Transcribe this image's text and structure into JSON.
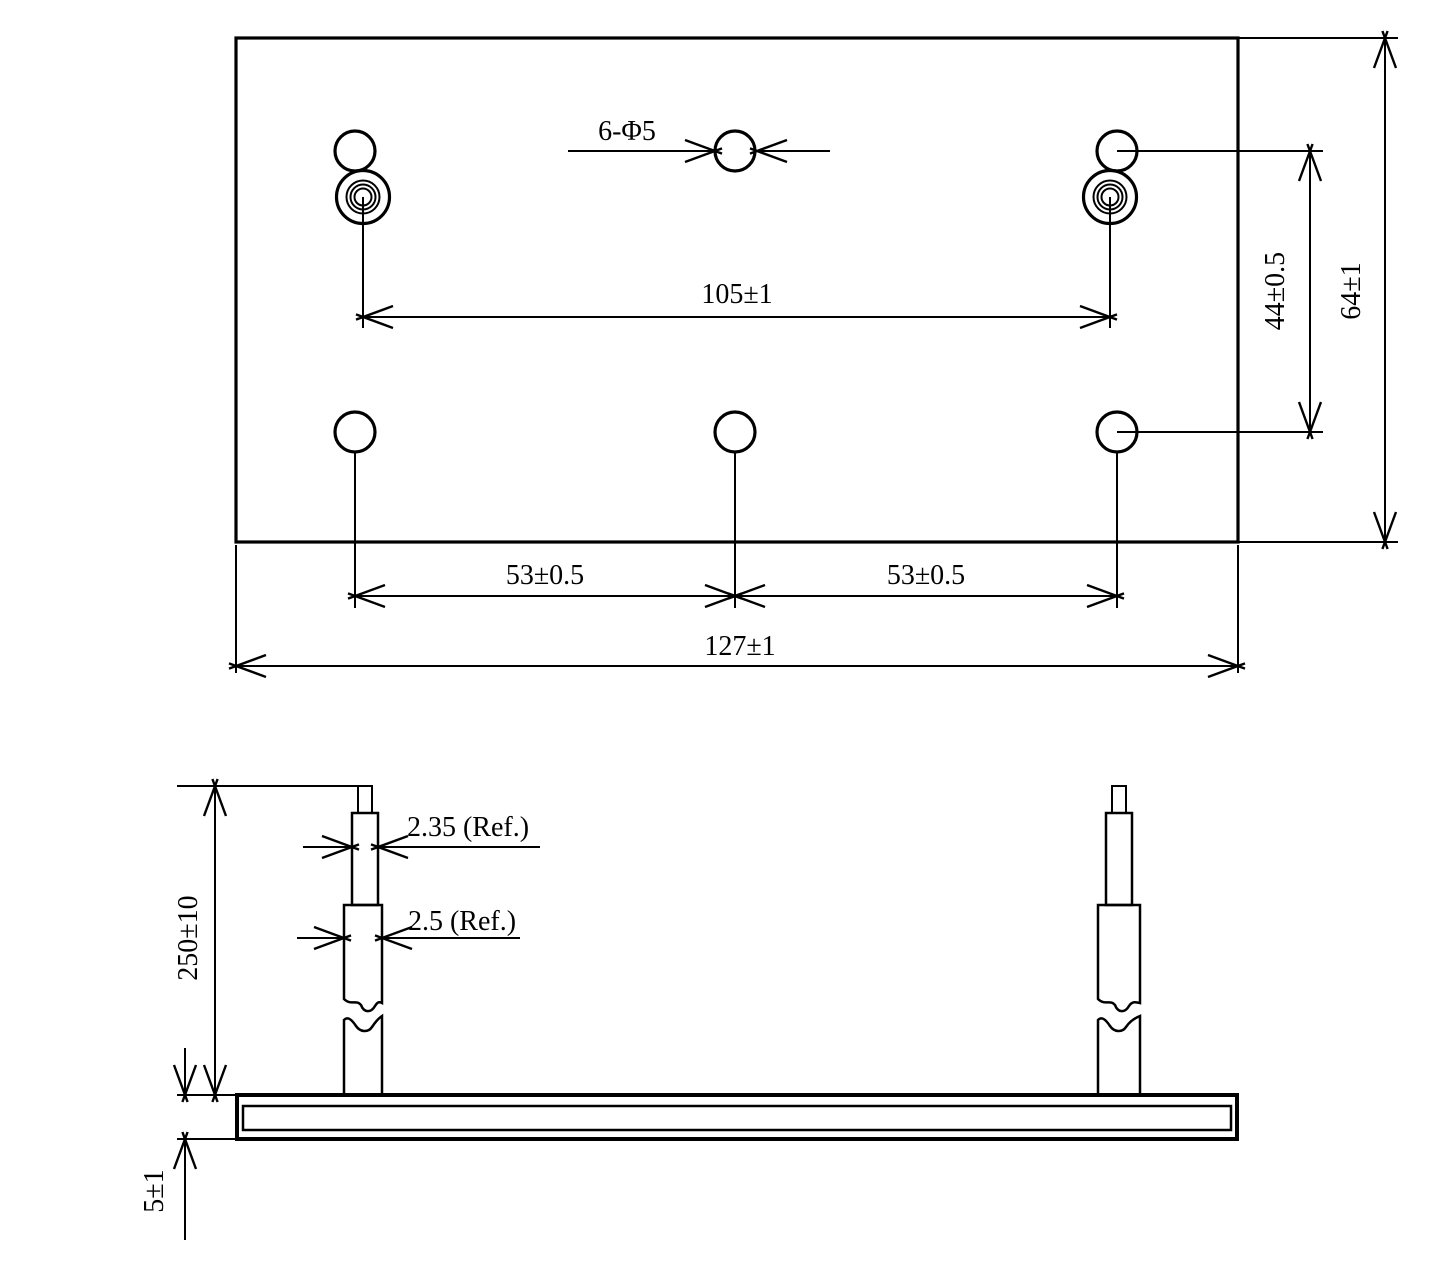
{
  "colors": {
    "ink": "#000000",
    "paper": "#ffffff"
  },
  "top_view": {
    "hole_callout": "6-Φ5",
    "dim_terminal_spacing": "105±1",
    "dim_row_offset": "44±0.5",
    "dim_plate_height": "64±1",
    "dim_hole_spacing_left": "53±0.5",
    "dim_hole_spacing_right": "53±0.5",
    "dim_plate_width": "127±1"
  },
  "side_view": {
    "dim_lead_length": "250±10",
    "dim_lead_width": "2.35 (Ref.)",
    "dim_sleeve_width": "2.5 (Ref.)",
    "dim_plate_thickness": "5±1"
  }
}
